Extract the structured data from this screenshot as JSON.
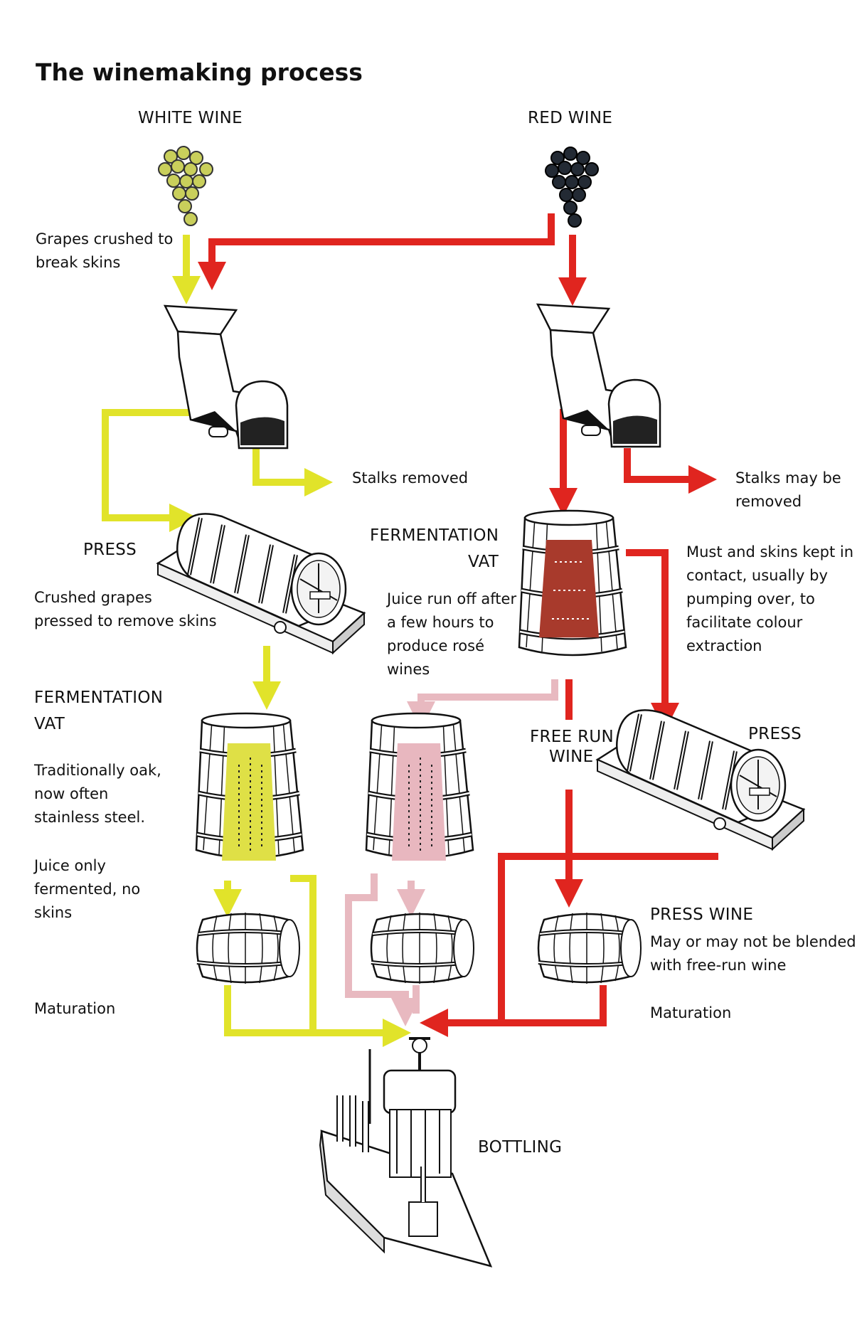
{
  "title": "The winemaking process",
  "columns": {
    "white": "WHITE WINE",
    "red": "RED WINE"
  },
  "white_path": {
    "crush": [
      "Grapes crushed to",
      "break skins"
    ],
    "stalks": "Stalks removed",
    "press": "PRESS",
    "press_note": [
      "Crushed grapes",
      "pressed to remove skins"
    ],
    "vat": [
      "FERMENTATION",
      "VAT"
    ],
    "vat_note1": [
      "Traditionally oak,",
      "now often",
      "stainless steel."
    ],
    "vat_note2": [
      "Juice only",
      "fermented, no",
      "skins"
    ],
    "maturation": "Maturation"
  },
  "red_path": {
    "vat": [
      "FERMENTATION",
      "VAT"
    ],
    "rose_note": [
      "Juice run off after",
      "a few hours to",
      "produce rosé",
      "wines"
    ],
    "stalks": [
      "Stalks may be",
      "removed"
    ],
    "contact_note": [
      "Must and skins kept in",
      "contact, usually by",
      "pumping over, to",
      "facilitate colour",
      "extraction"
    ],
    "free_run": [
      "FREE RUN",
      "WINE"
    ],
    "press": "PRESS",
    "press_wine": "PRESS WINE",
    "press_wine_note": [
      "May or may not be blended",
      "with free-run wine"
    ],
    "maturation": "Maturation"
  },
  "bottling": "BOTTLING",
  "colors": {
    "white_flow": "#e1e32a",
    "red_flow": "#e0251f",
    "rose_flow": "#e8b9c0",
    "white_juice": "#dfe046",
    "red_juice": "#a83a2c",
    "rose_juice": "#e8b7bf",
    "white_grape": "#c9cf5b",
    "red_grape": "#232a34"
  },
  "icons": [
    "white-grape-icon",
    "red-grape-icon",
    "crusher-icon",
    "press-icon",
    "vat-icon",
    "barrel-icon",
    "bottling-machine-icon"
  ]
}
